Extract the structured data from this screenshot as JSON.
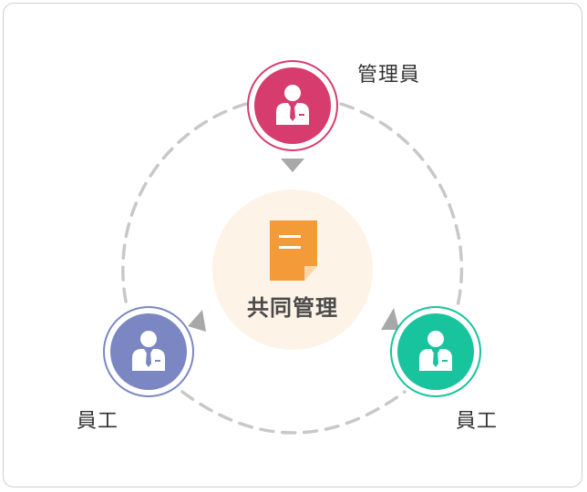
{
  "center": {
    "label": "共同管理",
    "icon": "document-icon",
    "bg_color": "#fdf3e7",
    "icon_color": "#f29b38"
  },
  "nodes": [
    {
      "id": "admin",
      "label": "管理員",
      "icon": "businessperson-icon",
      "color": "#d63d6e"
    },
    {
      "id": "employee-left",
      "label": "員工",
      "icon": "businessperson-icon",
      "color": "#7b87c2"
    },
    {
      "id": "employee-right",
      "label": "員工",
      "icon": "businessperson-icon",
      "color": "#18c49e"
    }
  ],
  "cycle": {
    "style": "dashed",
    "color": "#c8c8c8",
    "arrow-icon": "triangle-arrow-icon"
  }
}
